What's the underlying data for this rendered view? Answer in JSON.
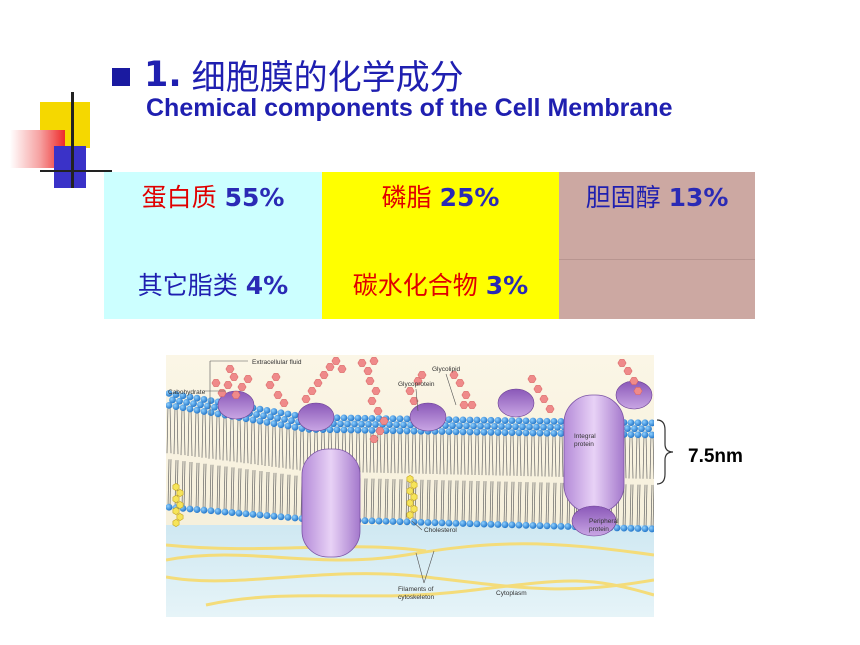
{
  "heading": {
    "number": "1.",
    "chinese": "细胞膜的化学成分",
    "english": "Chemical components of the Cell Membrane"
  },
  "composition": {
    "protein": {
      "name": "蛋白质",
      "percent": "55%"
    },
    "phospholipid": {
      "name": "磷脂",
      "percent": "25%"
    },
    "cholesterol": {
      "name": "胆固醇",
      "percent": "13%"
    },
    "other_lipids": {
      "name": "其它脂类",
      "percent": "4%"
    },
    "carbohydrate": {
      "name": "碳水化合物",
      "percent": "3%"
    }
  },
  "figure": {
    "labels": {
      "extracellular": "Extracellular fluid",
      "carbohydrate": "Cabohydrate",
      "glycoprotein": "Glycoprotein",
      "glycolipid": "Glycolipid",
      "integral_protein": "Integral protein",
      "cholesterol": "Cholesterol",
      "peripheral_protein": "Peripheral protein",
      "filaments": "Filaments of cytoskeleton",
      "cytoplasm": "Cytoplasm"
    }
  },
  "thickness": "7.5nm",
  "colors": {
    "title_blue": "#1f1fb0",
    "red_text": "#e00000",
    "cell_cyan": "#ccffff",
    "cell_yellow": "#ffff00",
    "cell_rose": "#cca8a2"
  }
}
